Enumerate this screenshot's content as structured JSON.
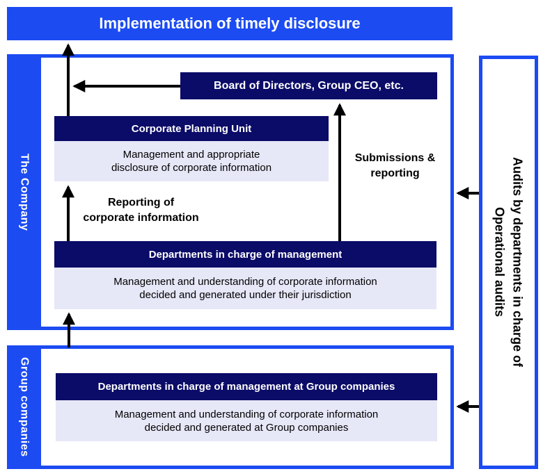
{
  "banner": {
    "title": "Implementation of timely disclosure"
  },
  "company": {
    "label": "The Company",
    "board": "Board of Directors, Group CEO, etc.",
    "cpu": {
      "title": "Corporate Planning Unit",
      "body": "Management and appropriate\ndisclosure of corporate information"
    },
    "dept": {
      "title": "Departments in charge of management",
      "body": "Management and understanding of corporate information\ndecided and generated under their jurisdiction"
    },
    "labels": {
      "reporting": "Reporting of\ncorporate information",
      "submissions": "Submissions &\nreporting"
    }
  },
  "group": {
    "label": "Group companies",
    "dept": {
      "title": "Departments in charge of management at Group companies",
      "body": "Management and understanding of corporate information\ndecided and generated at Group companies"
    }
  },
  "audit": {
    "label": "Audits by departments in charge of\nOperational audits"
  },
  "colors": {
    "blue": "#1c4bf2",
    "navy": "#0b0b68",
    "lavender": "#e6e7f7",
    "arrow": "#000000"
  }
}
